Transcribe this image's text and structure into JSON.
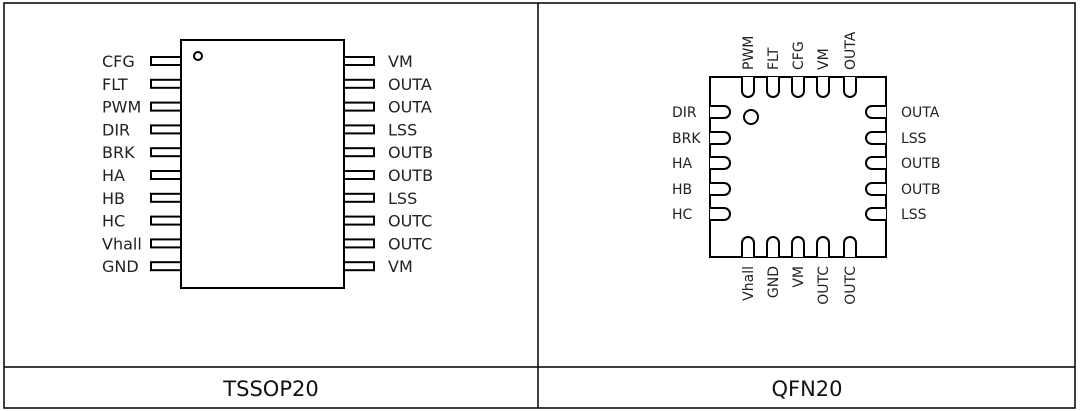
{
  "tssop": {
    "caption": "TSSOP20",
    "left_pins": [
      "CFG",
      "FLT",
      "PWM",
      "DIR",
      "BRK",
      "HA",
      "HB",
      "HC",
      "Vhall",
      "GND"
    ],
    "right_pins": [
      "VM",
      "OUTA",
      "OUTA",
      "LSS",
      "OUTB",
      "OUTB",
      "LSS",
      "OUTC",
      "OUTC",
      "VM"
    ]
  },
  "qfn": {
    "caption": "QFN20",
    "top_pins": [
      "PWM",
      "FLT",
      "CFG",
      "VM",
      "OUTA"
    ],
    "left_pins": [
      "DIR",
      "BRK",
      "HA",
      "HB",
      "HC"
    ],
    "right_pins": [
      "OUTA",
      "LSS",
      "OUTB",
      "OUTB",
      "LSS"
    ],
    "bottom_pins": [
      "Vhall",
      "GND",
      "VM",
      "OUTC",
      "OUTC"
    ]
  }
}
